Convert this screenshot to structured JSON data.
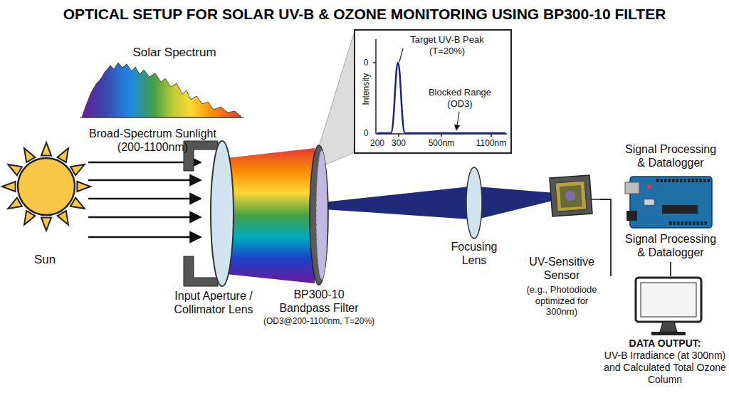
{
  "diagram": {
    "title": "OPTICAL SETUP FOR SOLAR UV-B & OZONE MONITORING USING BP300-10 FILTER",
    "nodes": [
      {
        "text": [
          "Sun"
        ]
      },
      {
        "text": [
          "Input Aperture / Collimator Lens"
        ]
      },
      {
        "text": [
          "BP300-10 Bandpass Filter",
          "(OD3@200-1100nm, T=20%)"
        ]
      },
      {
        "text": [
          "0",
          "0",
          "Intensity",
          "200",
          "300",
          "500nm",
          "1100nm",
          "Target UV-B Peak (T=20%)",
          "Blocked Range (OD3)"
        ]
      },
      {
        "text": [
          "Focusing Lens"
        ]
      },
      {
        "text": [
          "UV-Sensitive Sensor",
          "(e.g., Photodiode optimized for 300nm)"
        ]
      },
      {
        "text": [
          "Signal Processing & Datalogger",
          "Signal Processing & Datalogger"
        ]
      },
      {
        "text": [
          "DATA OUTPUT:",
          "UV-B Irradiance (at 300nm) and Calculated Total Ozone Column"
        ]
      }
    ],
    "edges": [
      {
        "from": 5,
        "to": 7,
        "arrow": "none"
      },
      {
        "from": 6,
        "to": 7,
        "arrow": "none"
      }
    ],
    "labels": [
      "Solar Spectrum",
      "Broad-Spectrum Sunlight (200-1100nm)"
    ]
  }
}
